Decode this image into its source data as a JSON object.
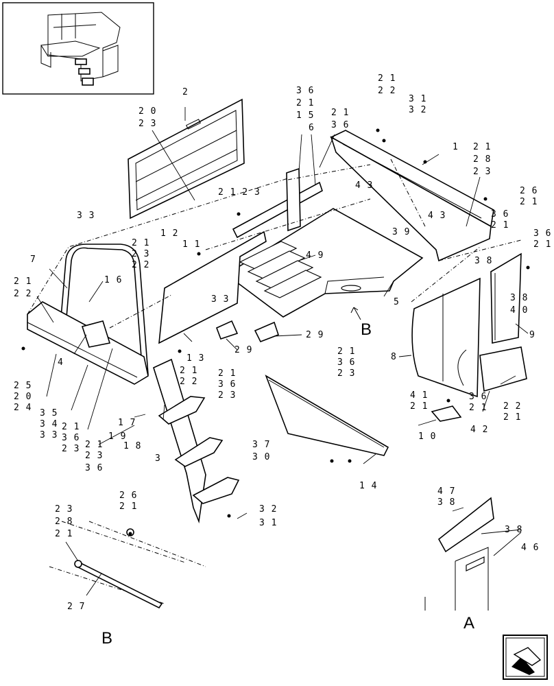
{
  "callouts": {
    "c1": "1",
    "c2": "2",
    "c3": "3",
    "c4": "4",
    "c5": "5",
    "c6": "6",
    "c7": "7",
    "c8": "8",
    "c9": "9",
    "c10": "1 0",
    "c13": "1 3",
    "c14": "1 4",
    "c16": "1 6",
    "c17": "1 7",
    "c18": "1 8",
    "c19": "1 9",
    "c27": "2 7",
    "c29a": "2 9",
    "c29b": "2 9",
    "c33a": "3 3",
    "c33b": "3 3",
    "c38a": "3 8",
    "c39": "3 9",
    "c43a": "4 3",
    "c43b": "4 3",
    "c49": "4 9",
    "g_top_a": [
      "2 1",
      "2 2",
      "3 1",
      "3 2"
    ],
    "g_top_b": [
      "3 6",
      "2 1",
      "1 5",
      "2 1",
      "3 6"
    ],
    "g_20_23": [
      "2 0",
      "2 3"
    ],
    "g_21_23": "2 1 2 3",
    "g_12_11": [
      "1 2",
      "1 1"
    ],
    "g_21_23_22": [
      "2 1",
      "2 3",
      "2 2"
    ],
    "g_right1": [
      "2 1",
      "2 8",
      "2 3"
    ],
    "g_right2": [
      "2 6",
      "2 1"
    ],
    "g_right3": [
      "3 6",
      "2 1"
    ],
    "g_right4": [
      "3 6",
      "2 1"
    ],
    "g_38_40": [
      "3 8",
      "4 0"
    ],
    "g_21_22_left": [
      "2 1",
      "2 2"
    ],
    "g_21_22_mid": [
      "2 1",
      "2 2"
    ],
    "g_21_36_23": [
      "2 1",
      "3 6",
      "2 3"
    ],
    "g_21_36_23b": [
      "2 1",
      "3 6",
      "2 3"
    ],
    "g_25_20_24": [
      "2 5",
      "2 0",
      "2 4"
    ],
    "g_35_34_33": [
      "3 5",
      "3 4",
      "3 3"
    ],
    "g_21_36_23c": [
      "2 1",
      "3 6",
      "2 3"
    ],
    "g_21_23_36": [
      "2 1",
      "2 3",
      "3 6"
    ],
    "g_37_30": [
      "3 7",
      "3 0"
    ],
    "g_41_21": [
      "4 1",
      "2 1"
    ],
    "g_36_21": [
      "3 6",
      "2 1"
    ],
    "g_22_21": [
      "2 2",
      "2 1"
    ],
    "c42": "4 2",
    "g_32_31": [
      "3 2",
      "3 1"
    ],
    "g_B_26_21": [
      "2 6",
      "2 1"
    ],
    "g_B_23_28_21": [
      "2 3",
      "2 8",
      "2 1"
    ],
    "g_A_47_38": [
      "4 7",
      "3 8"
    ],
    "c_A_38": "3 8",
    "c_A_46": "4 6"
  },
  "view_letters": {
    "b_main": "B",
    "b_detail": "B",
    "a_detail": "A"
  },
  "icons": {
    "overview": "machine-overview-thumbnail",
    "nav": "navigation-arrow-icon"
  }
}
